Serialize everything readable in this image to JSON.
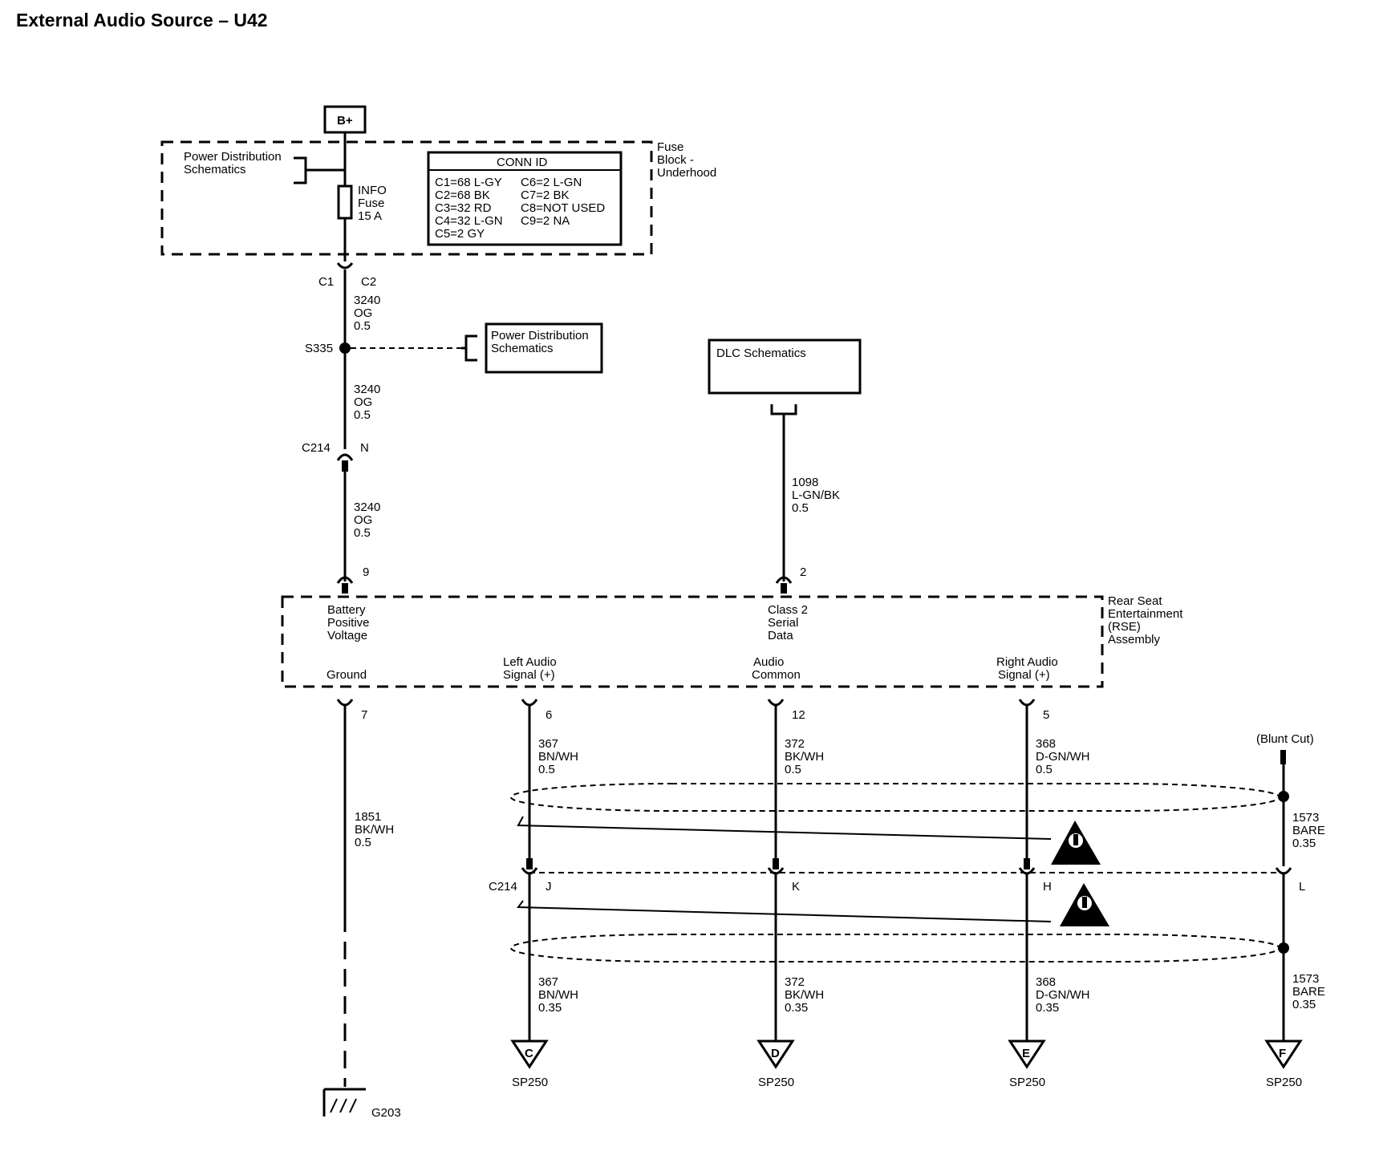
{
  "title": "External Audio Source – U42",
  "power": {
    "bplus": "B+",
    "pd_schem_1": [
      "Power Distribution",
      "Schematics"
    ],
    "fuse": [
      "INFO",
      "Fuse",
      "15 A"
    ],
    "fuse_block": [
      "Fuse",
      "Block -",
      "Underhood"
    ],
    "conn_id": {
      "title": "CONN ID",
      "rows": [
        [
          "C1=68 L-GY",
          "C6=2 L-GN"
        ],
        [
          "C2=68 BK",
          "C7=2 BK"
        ],
        [
          "C3=32 RD",
          "C8=NOT USED"
        ],
        [
          "C4=32 L-GN",
          "C9=2 NA"
        ],
        [
          "C5=2 GY",
          ""
        ]
      ]
    },
    "c1": "C1",
    "c2": "C2",
    "wire_a": [
      "3240",
      "OG",
      "0.5"
    ],
    "splice": "S335",
    "pd_schem_2": [
      "Power Distribution",
      "Schematics"
    ],
    "wire_b": [
      "3240",
      "OG",
      "0.5"
    ],
    "c214_top": "C214",
    "c214_top_pin": "N",
    "wire_c": [
      "3240",
      "OG",
      "0.5"
    ],
    "pin_9": "9"
  },
  "dlc": {
    "box": "DLC Schematics",
    "wire": [
      "1098",
      "L-GN/BK",
      "0.5"
    ],
    "pin": "2"
  },
  "rse": {
    "name": [
      "Rear Seat",
      "Entertainment",
      "(RSE)",
      "Assembly"
    ],
    "batt": [
      "Battery",
      "Positive",
      "Voltage"
    ],
    "class2": [
      "Class 2",
      "Serial",
      "Data"
    ],
    "ground": "Ground",
    "left": [
      "Left Audio",
      "Signal (+)"
    ],
    "common": [
      "Audio",
      "Common"
    ],
    "right": [
      "Right Audio",
      "Signal (+)"
    ]
  },
  "ground_path": {
    "pin": "7",
    "wire": [
      "1851",
      "BK/WH",
      "0.5"
    ],
    "gnd": "G203"
  },
  "signals": [
    {
      "pin": "6",
      "wire_top": [
        "367",
        "BN/WH",
        "0.5"
      ],
      "c214_pin": "J",
      "wire_bottom": [
        "367",
        "BN/WH",
        "0.35"
      ],
      "splice_letter": "C",
      "splice": "SP250"
    },
    {
      "pin": "12",
      "wire_top": [
        "372",
        "BK/WH",
        "0.5"
      ],
      "c214_pin": "K",
      "wire_bottom": [
        "372",
        "BK/WH",
        "0.35"
      ],
      "splice_letter": "D",
      "splice": "SP250"
    },
    {
      "pin": "5",
      "wire_top": [
        "368",
        "D-GN/WH",
        "0.5"
      ],
      "c214_pin": "H",
      "wire_bottom": [
        "368",
        "D-GN/WH",
        "0.35"
      ],
      "splice_letter": "E",
      "splice": "SP250"
    }
  ],
  "drain": {
    "blunt": "(Blunt Cut)",
    "wire_top": [
      "1573",
      "BARE",
      "0.35"
    ],
    "c214_pin": "L",
    "wire_bottom": [
      "1573",
      "BARE",
      "0.35"
    ],
    "splice_letter": "F",
    "splice": "SP250"
  },
  "c214_mid": "C214"
}
